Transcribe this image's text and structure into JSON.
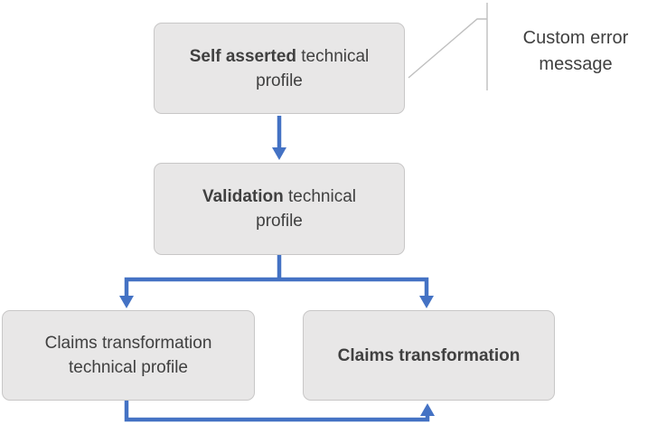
{
  "colors": {
    "arrow_blue": "#4472C4",
    "callout_line": "#BFBFBF",
    "box_fill": "#E8E7E7",
    "box_border": "#C8C7C7",
    "text": "#404040",
    "background": "#FFFFFF"
  },
  "diagram": {
    "boxes": [
      {
        "name": "self-asserted-technical-profile",
        "line1_bold": "Self asserted",
        "line1_rest": " technical",
        "line2": "profile"
      },
      {
        "name": "validation-technical-profile",
        "line1_bold": "Validation",
        "line1_rest": " technical",
        "line2": "profile"
      },
      {
        "name": "claims-transformation-technical-profile",
        "line1_bold": "",
        "line1_rest": "Claims transformation",
        "line2": "technical profile"
      },
      {
        "name": "claims-transformation",
        "line1_bold": "Claims transformation",
        "line1_rest": "",
        "line2": ""
      }
    ],
    "connections": [
      {
        "from": "self-asserted-technical-profile",
        "to": "validation-technical-profile"
      },
      {
        "from": "validation-technical-profile",
        "to": "claims-transformation-technical-profile"
      },
      {
        "from": "validation-technical-profile",
        "to": "claims-transformation"
      },
      {
        "from": "claims-transformation-technical-profile",
        "to": "claims-transformation"
      }
    ],
    "annotation": {
      "line1": "Custom error",
      "line2": "message",
      "target": "self-asserted-technical-profile"
    }
  }
}
